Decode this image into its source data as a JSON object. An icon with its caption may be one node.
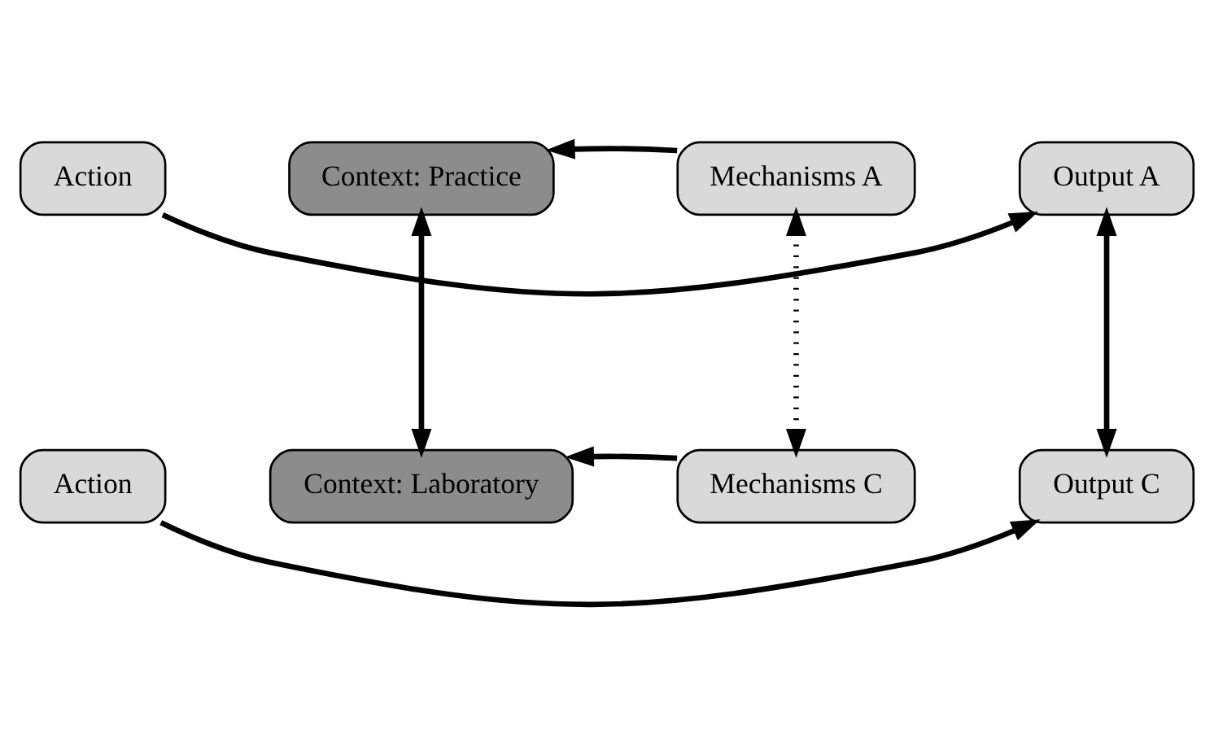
{
  "diagram": {
    "nodes": [
      {
        "text": [
          "Action"
        ]
      },
      {
        "text": [
          "Context: Practice"
        ]
      },
      {
        "text": [
          "Mechanisms A"
        ]
      },
      {
        "text": [
          "Output A"
        ]
      },
      {
        "text": [
          "Action"
        ]
      },
      {
        "text": [
          "Context: Laboratory"
        ]
      },
      {
        "text": [
          "Mechanisms C"
        ]
      },
      {
        "text": [
          "Output C"
        ]
      }
    ],
    "edges": [
      {
        "from": 0,
        "to": 3,
        "arrow": "to"
      },
      {
        "from": 2,
        "to": 1,
        "arrow": "to"
      },
      {
        "from": 1,
        "to": 5,
        "arrow": "both"
      },
      {
        "from": 3,
        "to": 7,
        "arrow": "both"
      },
      {
        "from": 2,
        "to": 6,
        "arrow": "both",
        "style": "dashed"
      },
      {
        "from": 4,
        "to": 7,
        "arrow": "to"
      },
      {
        "from": 6,
        "to": 5,
        "arrow": "to"
      }
    ]
  }
}
